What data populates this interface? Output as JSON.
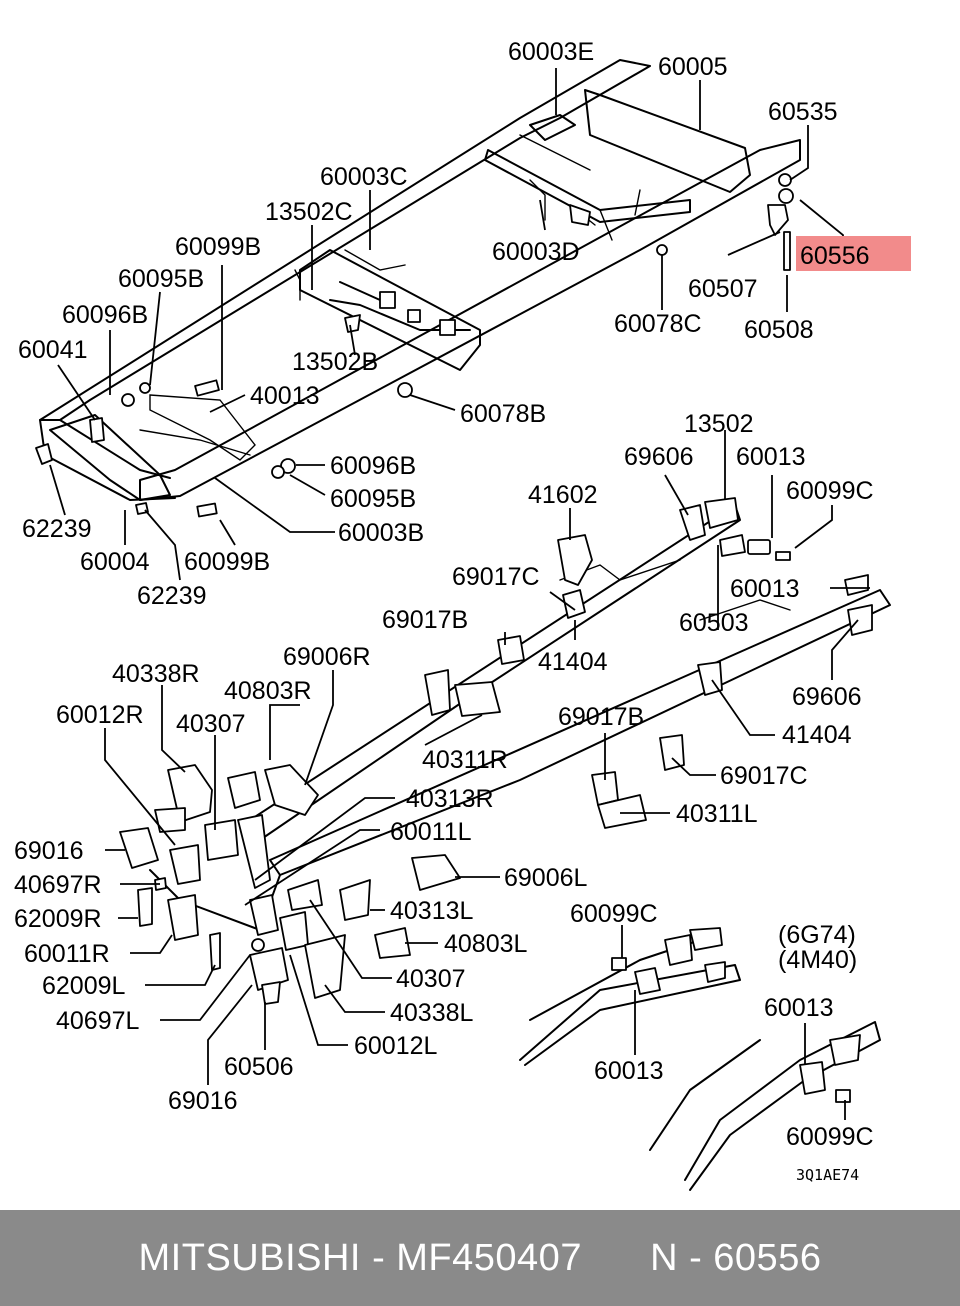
{
  "diagram": {
    "engine_codes": [
      "(6G74)",
      "(4M40)"
    ],
    "drawing_code": "3Q1AE74",
    "highlight_color": "#f28b8b",
    "labels": {
      "l60003E": "60003E",
      "l60005": "60005",
      "l60535": "60535",
      "l60003C": "60003C",
      "l13502C": "13502C",
      "l60099B_top": "60099B",
      "l60003D": "60003D",
      "l60556": "60556",
      "l60095B_top": "60095B",
      "l60507": "60507",
      "l60096B_top": "60096B",
      "l60078C": "60078C",
      "l60508": "60508",
      "l60041": "60041",
      "l13502B": "13502B",
      "l40013": "40013",
      "l60078B": "60078B",
      "l13502": "13502",
      "l69606_top": "69606",
      "l60013_a": "60013",
      "l60096B_mid": "60096B",
      "l41602": "41602",
      "l60099C_a": "60099C",
      "l60095B_mid": "60095B",
      "l62239_left": "62239",
      "l60003B": "60003B",
      "l60004": "60004",
      "l60099B_mid": "60099B",
      "l69017C_top": "69017C",
      "l60013_b": "60013",
      "l62239_low": "62239",
      "l69017B_left": "69017B",
      "l60503": "60503",
      "l69006R": "69006R",
      "l41404_mid": "41404",
      "l69606_right": "69606",
      "l40338R": "40338R",
      "l40803R": "40803R",
      "l60012R": "60012R",
      "l40307_top": "40307",
      "l41404_right": "41404",
      "l40311R": "40311R",
      "l69017B_right": "69017B",
      "l69017C_right": "69017C",
      "l40313R": "40313R",
      "l40311L": "40311L",
      "l69016_left": "69016",
      "l60011L": "60011L",
      "l69006L": "69006L",
      "l40697R": "40697R",
      "l40313L": "40313L",
      "l60099C_b": "60099C",
      "l62009R": "62009R",
      "l40803L": "40803L",
      "l60011R": "60011R",
      "l40307_low": "40307",
      "l62009L": "62009L",
      "l60013_c": "60013",
      "l40697L": "40697L",
      "l40338L": "40338L",
      "l60012L": "60012L",
      "l60506": "60506",
      "l60013_d": "60013",
      "l60099C_c": "60099C",
      "l69016_low": "69016"
    }
  },
  "footer": {
    "brand": "MITSUBISHI",
    "part_number": "MF450407",
    "ref": "N - 60556",
    "background": "#8a8a8a"
  }
}
